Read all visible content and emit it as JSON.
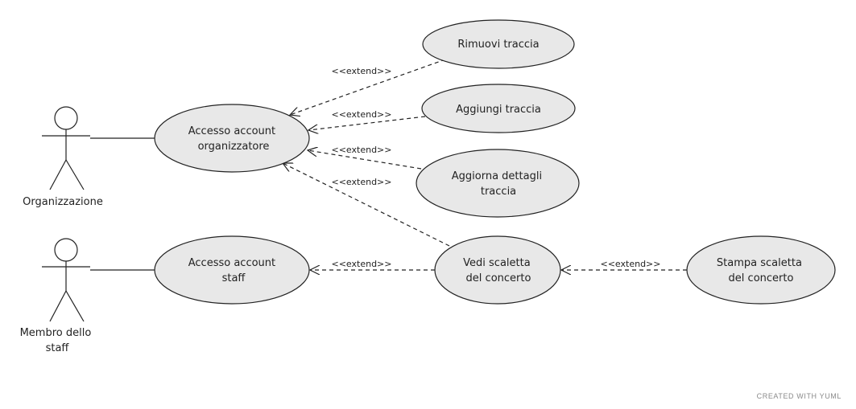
{
  "colors": {
    "usecase_fill": "#e8e8e8",
    "stroke": "#222222",
    "text": "#222222"
  },
  "actors": {
    "organizzazione": {
      "lines": [
        "Organizzazione"
      ]
    },
    "staff": {
      "lines": [
        "Membro dello",
        "staff"
      ]
    }
  },
  "usecases": {
    "accesso_organizzatore": {
      "lines": [
        "Accesso account",
        "organizzatore"
      ]
    },
    "accesso_staff": {
      "lines": [
        "Accesso account",
        "staff"
      ]
    },
    "rimuovi_traccia": {
      "lines": [
        "Rimuovi traccia"
      ]
    },
    "aggiungi_traccia": {
      "lines": [
        "Aggiungi traccia"
      ]
    },
    "aggiorna_dettagli": {
      "lines": [
        "Aggiorna dettagli",
        "traccia"
      ]
    },
    "vedi_scaletta": {
      "lines": [
        "Vedi scaletta",
        "del concerto"
      ]
    },
    "stampa_scaletta": {
      "lines": [
        "Stampa scaletta",
        "del concerto"
      ]
    }
  },
  "relations": {
    "extend_label": "<<extend>>"
  },
  "watermark": "CREATED WITH YUML"
}
